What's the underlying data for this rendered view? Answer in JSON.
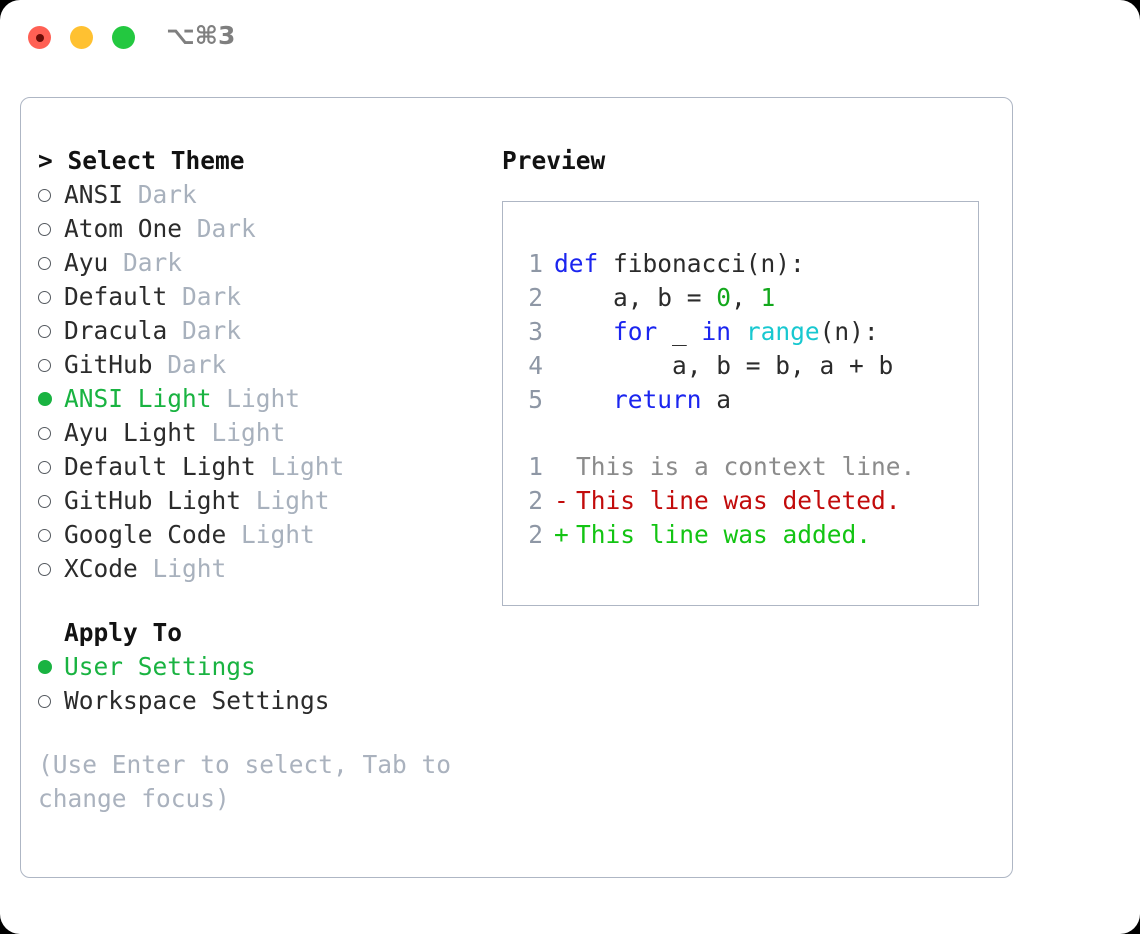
{
  "titlebar": {
    "shortcut": "⌥⌘3",
    "buttons": [
      {
        "name": "close",
        "color": "#ff6054"
      },
      {
        "name": "minimize",
        "color": "#ffc131"
      },
      {
        "name": "maximize",
        "color": "#23c840"
      }
    ]
  },
  "theme_picker": {
    "header": "> Select Theme",
    "items": [
      {
        "marker": "ring",
        "label": "ANSI",
        "tag": "Dark",
        "selected": false
      },
      {
        "marker": "ring",
        "label": "Atom One",
        "tag": "Dark",
        "selected": false
      },
      {
        "marker": "ring",
        "label": "Ayu",
        "tag": "Dark",
        "selected": false
      },
      {
        "marker": "ring",
        "label": "Default",
        "tag": "Dark",
        "selected": false
      },
      {
        "marker": "ring",
        "label": "Dracula",
        "tag": "Dark",
        "selected": false
      },
      {
        "marker": "ring",
        "label": "GitHub",
        "tag": "Dark",
        "selected": false
      },
      {
        "marker": "dot",
        "label": "ANSI Light",
        "tag": "Light",
        "selected": true
      },
      {
        "marker": "ring",
        "label": "Ayu Light",
        "tag": "Light",
        "selected": false
      },
      {
        "marker": "ring",
        "label": "Default Light",
        "tag": "Light",
        "selected": false
      },
      {
        "marker": "ring",
        "label": "GitHub Light",
        "tag": "Light",
        "selected": false
      },
      {
        "marker": "ring",
        "label": "Google Code",
        "tag": "Light",
        "selected": false
      },
      {
        "marker": "ring",
        "label": "XCode",
        "tag": "Light",
        "selected": false
      }
    ]
  },
  "apply_to": {
    "header": "Apply To",
    "items": [
      {
        "marker": "dot",
        "label": "User Settings",
        "selected": true
      },
      {
        "marker": "ring",
        "label": "Workspace Settings",
        "selected": false
      }
    ]
  },
  "hint": "(Use Enter to select, Tab to change focus)",
  "preview": {
    "title": "Preview",
    "code_lines": [
      {
        "n": "1",
        "tokens": [
          {
            "t": "def",
            "c": "kw"
          },
          {
            "t": " ",
            "c": "id"
          },
          {
            "t": "fibonacci",
            "c": "id"
          },
          {
            "t": "(n):",
            "c": "punct"
          }
        ]
      },
      {
        "n": "2",
        "tokens": [
          {
            "t": "    a, b = ",
            "c": "id"
          },
          {
            "t": "0",
            "c": "num"
          },
          {
            "t": ", ",
            "c": "punct"
          },
          {
            "t": "1",
            "c": "num"
          }
        ]
      },
      {
        "n": "3",
        "tokens": [
          {
            "t": "    ",
            "c": "id"
          },
          {
            "t": "for",
            "c": "kw"
          },
          {
            "t": " _ ",
            "c": "id"
          },
          {
            "t": "in",
            "c": "kw"
          },
          {
            "t": " ",
            "c": "id"
          },
          {
            "t": "range",
            "c": "bi"
          },
          {
            "t": "(n):",
            "c": "punct"
          }
        ]
      },
      {
        "n": "4",
        "tokens": [
          {
            "t": "        a, b = b, a + b",
            "c": "id"
          }
        ]
      },
      {
        "n": "5",
        "tokens": [
          {
            "t": "    ",
            "c": "id"
          },
          {
            "t": "return",
            "c": "kw"
          },
          {
            "t": " a",
            "c": "id"
          }
        ]
      }
    ],
    "diff_lines": [
      {
        "n": "1",
        "sign": " ",
        "text": "This is a context line.",
        "kind": "ctx"
      },
      {
        "n": "2",
        "sign": "-",
        "text": "This line was deleted.",
        "kind": "del"
      },
      {
        "n": "2",
        "sign": "+",
        "text": "This line was added.",
        "kind": "add"
      }
    ]
  },
  "colors": {
    "accent_green": "#19b341",
    "muted_gray": "#a8b1bd",
    "border": "#aeb6c4",
    "keyword_blue": "#1b25ef",
    "number_green": "#13a81c",
    "builtin_cyan": "#18c8d0",
    "diff_delete": "#c20b0b",
    "diff_add": "#13c413"
  }
}
